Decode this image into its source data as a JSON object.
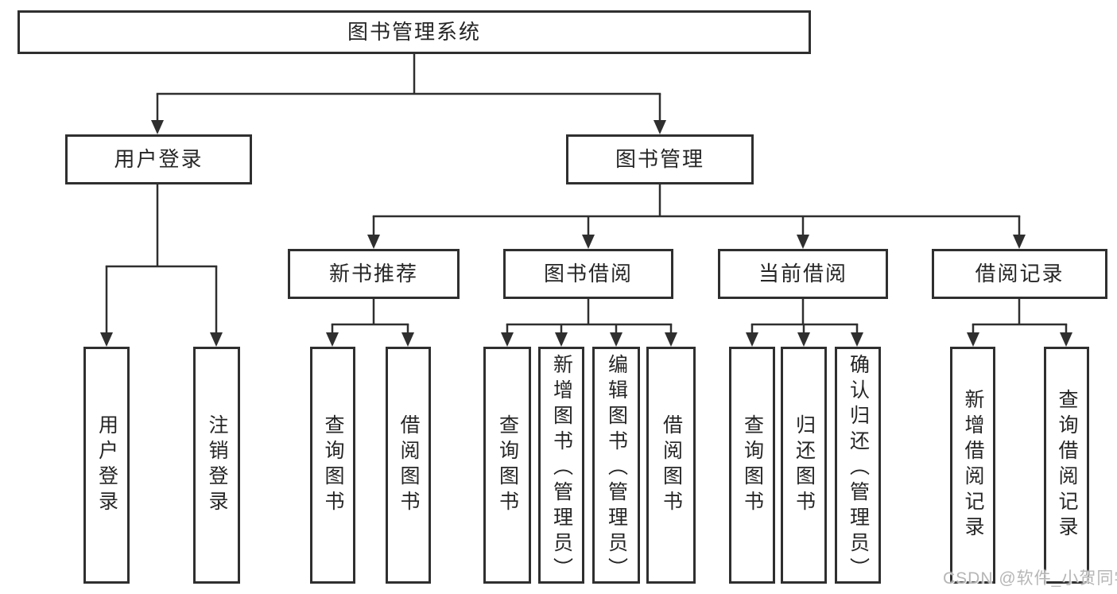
{
  "tree": {
    "root": {
      "label": "图书管理系统",
      "children": [
        {
          "label": "用户登录",
          "children": [
            {
              "label": "用户登录"
            },
            {
              "label": "注销登录"
            }
          ]
        },
        {
          "label": "图书管理",
          "children": [
            {
              "label": "新书推荐",
              "children": [
                {
                  "label": "查询图书"
                },
                {
                  "label": "借阅图书"
                }
              ]
            },
            {
              "label": "图书借阅",
              "children": [
                {
                  "label": "查询图书"
                },
                {
                  "label": "新增图书（管理员）"
                },
                {
                  "label": "编辑图书（管理员）"
                },
                {
                  "label": "借阅图书"
                }
              ]
            },
            {
              "label": "当前借阅",
              "children": [
                {
                  "label": "查询图书"
                },
                {
                  "label": "归还图书"
                },
                {
                  "label": "确认归还（管理员）"
                }
              ]
            },
            {
              "label": "借阅记录",
              "children": [
                {
                  "label": "新增借阅记录"
                },
                {
                  "label": "查询借阅记录"
                }
              ]
            }
          ]
        }
      ]
    }
  },
  "watermark": {
    "text": "CSDN @软件_小贺同学"
  },
  "colors": {
    "background": "#ffffff",
    "line": "#2f2f2f",
    "box_border": "#2f2f2f",
    "text": "#262626",
    "watermark": "#b2b2b2"
  }
}
